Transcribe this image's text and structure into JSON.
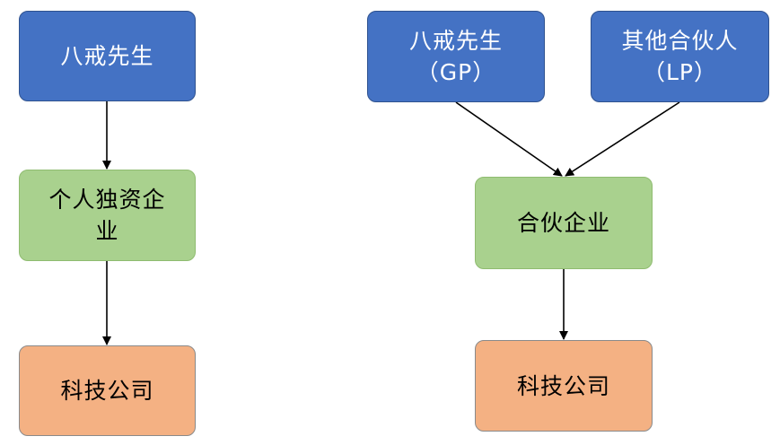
{
  "left_chart": {
    "top": {
      "lines": [
        "八戒先生"
      ]
    },
    "middle": {
      "lines": [
        "个人独资企",
        "业"
      ]
    },
    "bottom": {
      "lines": [
        "科技公司"
      ]
    }
  },
  "right_chart": {
    "gp": {
      "lines": [
        "八戒先生",
        "（GP）"
      ]
    },
    "lp": {
      "lines": [
        "其他合伙人",
        "（LP）"
      ]
    },
    "middle": {
      "lines": [
        "合伙企业"
      ]
    },
    "bottom": {
      "lines": [
        "科技公司"
      ]
    }
  },
  "colors": {
    "blue_fill": "#4472c4",
    "green_fill": "#a9d18e",
    "orange_fill": "#f4b183",
    "arrow": "#000000"
  }
}
